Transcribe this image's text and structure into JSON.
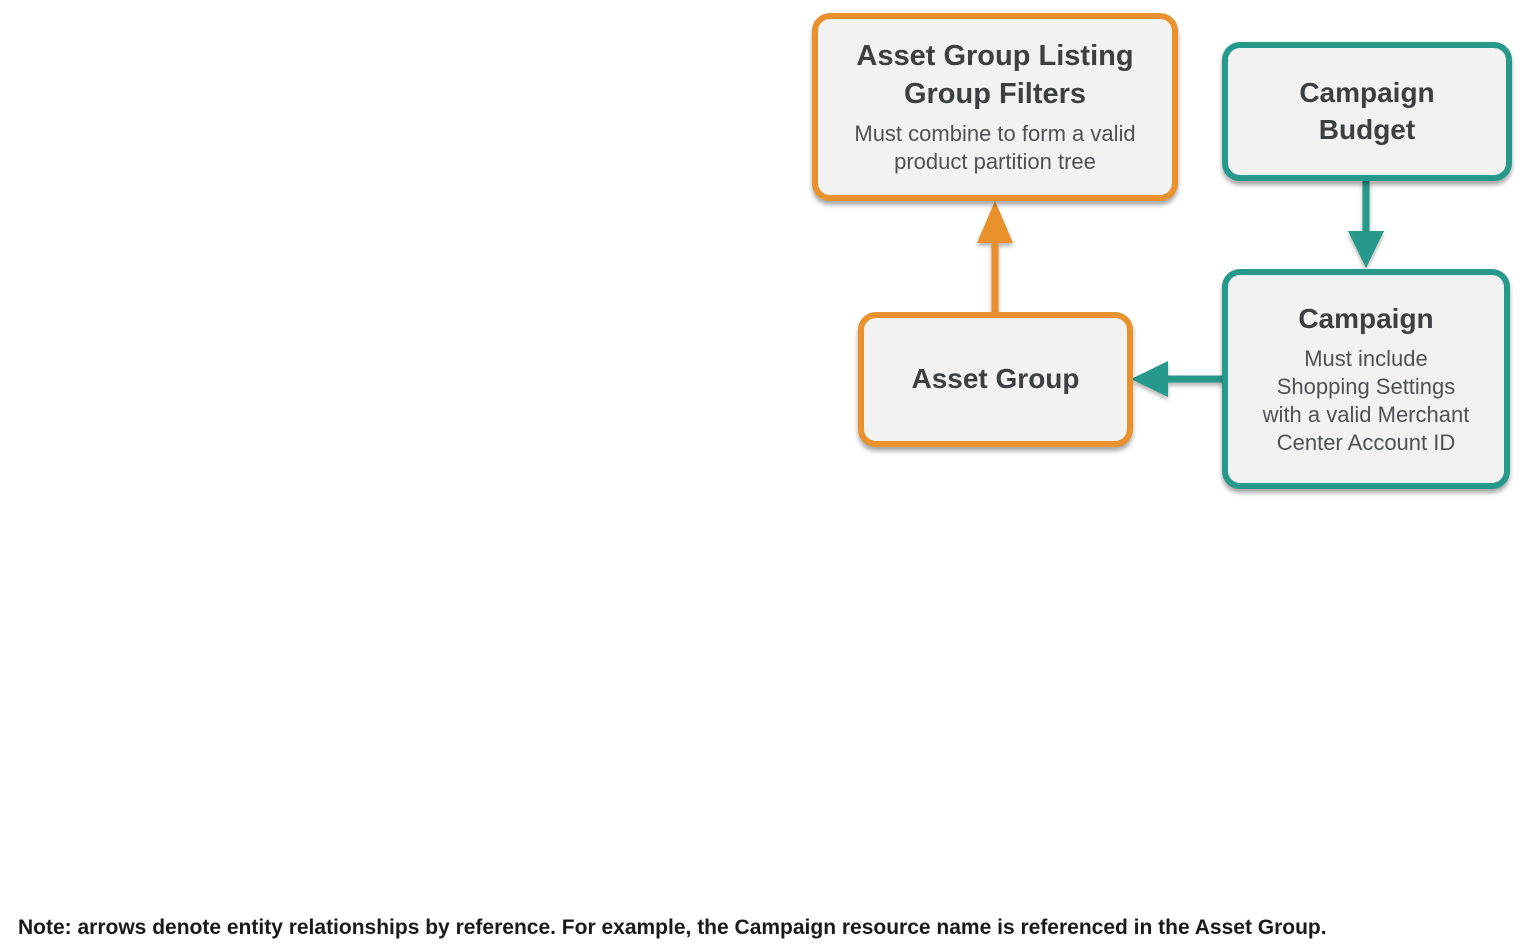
{
  "diagram": {
    "nodes": {
      "listing_filters": {
        "title": "Asset Group Listing\nGroup Filters",
        "subtitle": "Must combine to form a valid\nproduct partition tree",
        "accent_color": "#E8912D"
      },
      "campaign_budget": {
        "title": "Campaign\nBudget",
        "accent_color": "#26998B"
      },
      "asset_group": {
        "title": "Asset Group",
        "accent_color": "#E8912D"
      },
      "campaign": {
        "title": "Campaign",
        "subtitle": "Must include\nShopping Settings\nwith a valid Merchant\nCenter Account ID",
        "accent_color": "#26998B"
      }
    },
    "edges": [
      {
        "from": "asset_group",
        "to": "listing_filters",
        "color": "#E8912D",
        "direction": "up"
      },
      {
        "from": "campaign_budget",
        "to": "campaign",
        "color": "#26998B",
        "direction": "down"
      },
      {
        "from": "campaign",
        "to": "asset_group",
        "color": "#26998B",
        "direction": "left"
      }
    ],
    "note": "Note: arrows denote entity relationships by reference. For example, the Campaign resource name is referenced in the Asset Group.",
    "colors": {
      "orange": "#E8912D",
      "teal": "#26998B",
      "box_fill": "#F2F2F2",
      "title_text": "#3C4043",
      "subtitle_text": "#4E5256"
    }
  }
}
